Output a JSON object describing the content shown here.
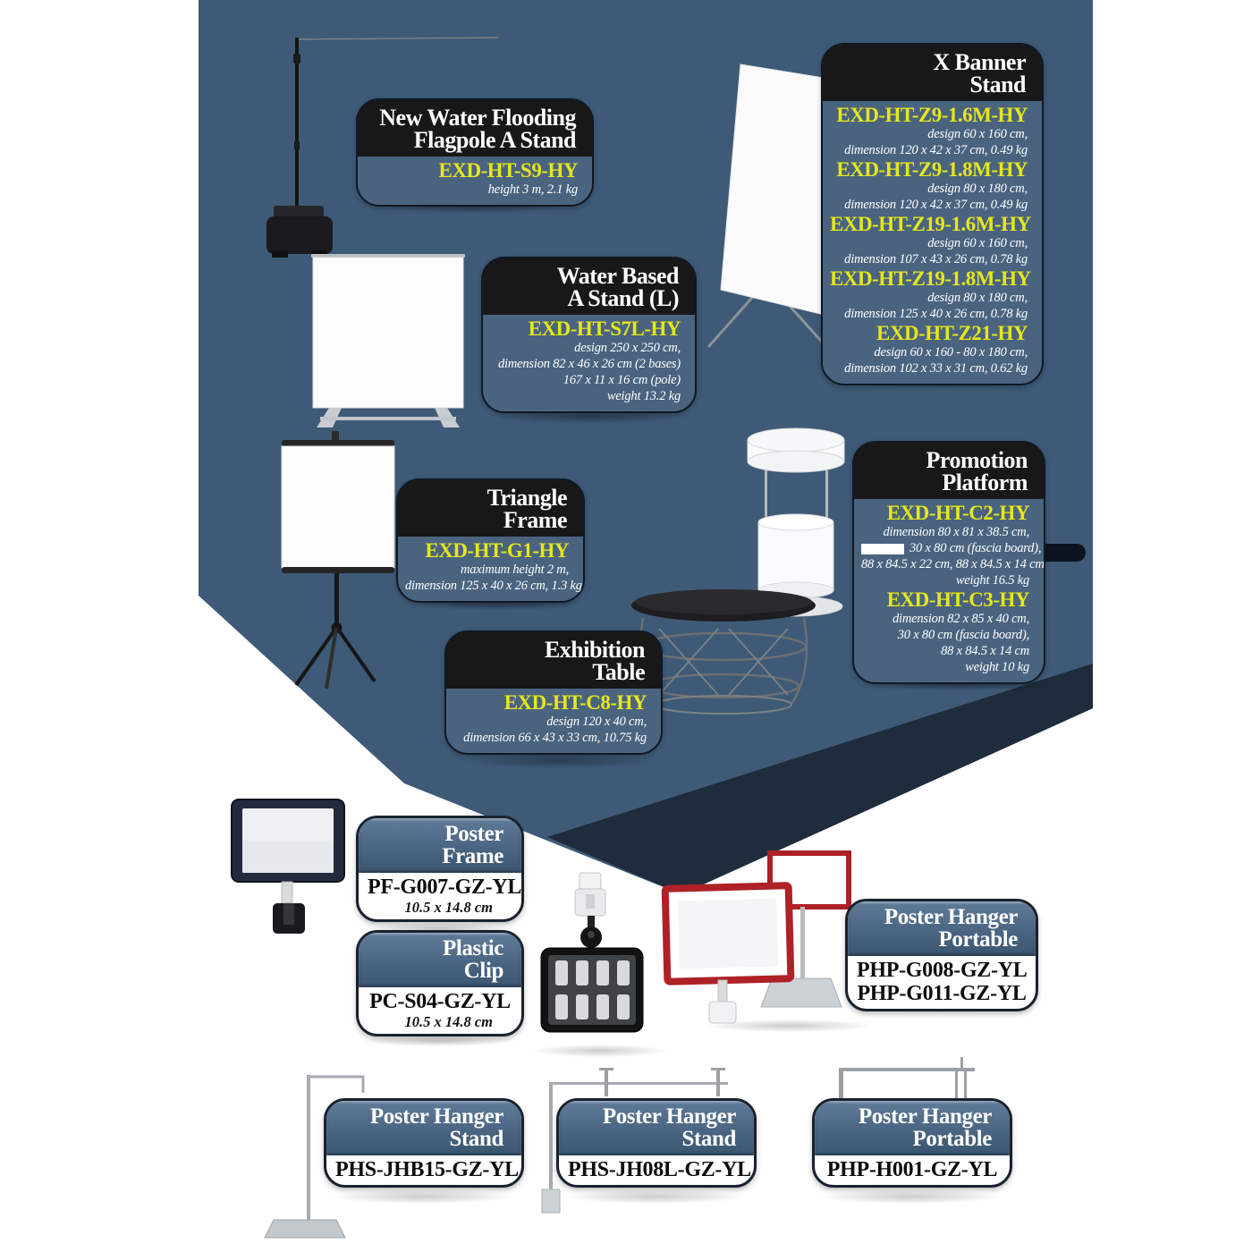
{
  "palette": {
    "background": "#ffffff",
    "panel_blue": "#3e5a77",
    "panel_dark_band": "#1f2c3c",
    "card_body_blue": "#4a6480",
    "card_header_black": "#181818",
    "model_code_yellow": "#e6e71a",
    "spec_text_white": "#ffffff",
    "light_card_header_blue": "#4d6985",
    "light_card_border": "#19222e",
    "code_text_dark": "#101010",
    "red_frame_accent": "#ae2127"
  },
  "top_section": {
    "cards": [
      {
        "id": "flagpole",
        "title_lines": [
          "New Water Flooding",
          "Flagpole A Stand"
        ],
        "models": [
          {
            "code": "EXD-HT-S9-HY",
            "specs": [
              "height 3 m, 2.1 kg"
            ]
          }
        ]
      },
      {
        "id": "water-based",
        "title_lines": [
          "Water Based",
          "A Stand (L)"
        ],
        "models": [
          {
            "code": "EXD-HT-S7L-HY",
            "specs": [
              "design 250 x 250 cm,",
              "dimension 82 x 46 x 26 cm (2 bases)",
              "167 x 11 x 16 cm (pole)",
              "weight 13.2 kg"
            ]
          }
        ]
      },
      {
        "id": "x-banner",
        "title_lines": [
          "X Banner",
          "Stand"
        ],
        "models": [
          {
            "code": "EXD-HT-Z9-1.6M-HY",
            "specs": [
              "design 60 x 160 cm,",
              "dimension 120 x 42 x 37 cm, 0.49 kg"
            ]
          },
          {
            "code": "EXD-HT-Z9-1.8M-HY",
            "specs": [
              "design 80 x 180 cm,",
              "dimension 120 x 42 x 37 cm, 0.49 kg"
            ]
          },
          {
            "code": "EXD-HT-Z19-1.6M-HY",
            "specs": [
              "design 60 x 160 cm,",
              "dimension 107 x 43 x 26 cm, 0.78 kg"
            ]
          },
          {
            "code": "EXD-HT-Z19-1.8M-HY",
            "specs": [
              "design 80 x 180 cm,",
              "dimension 125 x 40 x 26 cm, 0.78 kg"
            ]
          },
          {
            "code": "EXD-HT-Z21-HY",
            "specs": [
              "design 60 x 160 - 80 x 180 cm,",
              "dimension 102 x 33 x 31 cm, 0.62 kg"
            ]
          }
        ]
      },
      {
        "id": "triangle-frame",
        "title_lines": [
          "Triangle",
          "Frame"
        ],
        "models": [
          {
            "code": "EXD-HT-G1-HY",
            "specs": [
              "maximum height 2 m,",
              "dimension 125 x 40 x 26 cm, 1.3 kg"
            ]
          }
        ]
      },
      {
        "id": "promotion-platform",
        "title_lines": [
          "Promotion",
          "Platform"
        ],
        "models": [
          {
            "code": "EXD-HT-C2-HY",
            "redacted_line": 1,
            "specs": [
              "dimension 80 x 81 x 38.5 cm,",
              "30 x 80 cm (fascia board),",
              "88 x 84.5 x 22 cm, 88 x 84.5 x 14 cm",
              "weight 16.5 kg"
            ]
          },
          {
            "code": "EXD-HT-C3-HY",
            "specs": [
              "dimension 82 x 85 x 40 cm,",
              "30 x 80 cm (fascia board),",
              "88 x 84.5 x 14 cm",
              "weight 10 kg"
            ]
          }
        ]
      },
      {
        "id": "exhibition-table",
        "title_lines": [
          "Exhibition",
          "Table"
        ],
        "models": [
          {
            "code": "EXD-HT-C8-HY",
            "specs": [
              "design 120 x 40 cm,",
              "dimension 66 x 43 x 33 cm, 10.75 kg"
            ]
          }
        ]
      }
    ]
  },
  "bottom_section": {
    "cards": [
      {
        "id": "poster-frame",
        "title_lines": [
          "Poster",
          "Frame"
        ],
        "codes": [
          "PF-G007-GZ-YL"
        ],
        "size": "10.5 x 14.8 cm"
      },
      {
        "id": "plastic-clip",
        "title_lines": [
          "Plastic",
          "Clip"
        ],
        "codes": [
          "PC-S04-GZ-YL"
        ],
        "size": "10.5 x 14.8 cm"
      },
      {
        "id": "poster-hanger-portable-1",
        "title_lines": [
          "Poster Hanger",
          "Portable"
        ],
        "codes": [
          "PHP-G008-GZ-YL",
          "PHP-G011-GZ-YL"
        ]
      },
      {
        "id": "poster-hanger-stand-1",
        "title_lines": [
          "Poster Hanger",
          "Stand"
        ],
        "codes": [
          "PHS-JHB15-GZ-YL"
        ]
      },
      {
        "id": "poster-hanger-stand-2",
        "title_lines": [
          "Poster Hanger",
          "Stand"
        ],
        "codes": [
          "PHS-JH08L-GZ-YL"
        ]
      },
      {
        "id": "poster-hanger-portable-2",
        "title_lines": [
          "Poster Hanger",
          "Portable"
        ],
        "codes": [
          "PHP-H001-GZ-YL"
        ]
      }
    ]
  }
}
